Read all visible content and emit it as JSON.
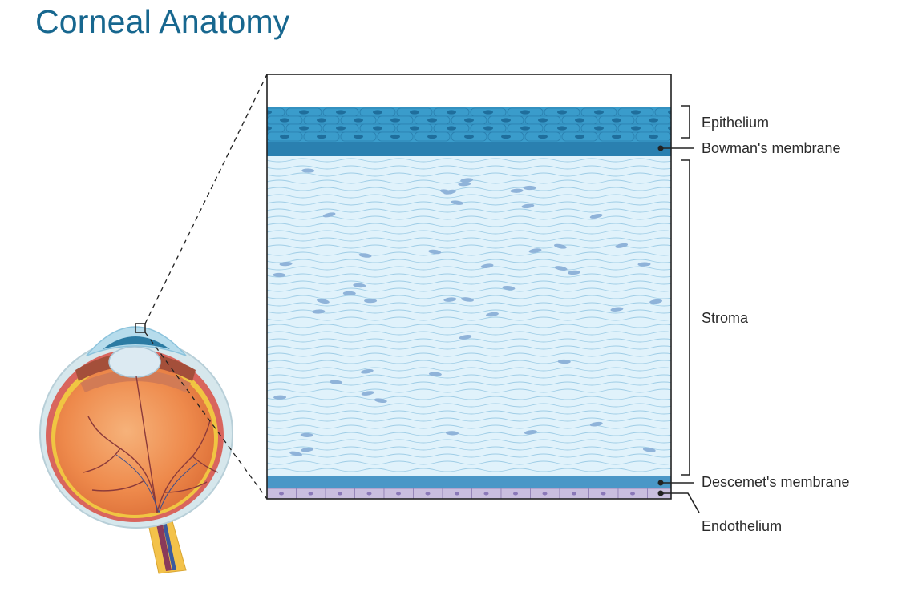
{
  "title": "Corneal Anatomy",
  "layers": [
    {
      "label": "Epithelium"
    },
    {
      "label": "Bowman's membrane"
    },
    {
      "label": "Stroma"
    },
    {
      "label": "Descemet's membrane"
    },
    {
      "label": "Endothelium"
    }
  ],
  "colors": {
    "title": "#17678f",
    "epithelium": "#3a9ccb",
    "bowman": "#2a80b0",
    "stroma": "#e0f2fb",
    "stroma_fiber": "#9fcde6",
    "keratocyte": "#8fb3d9",
    "descemet": "#4a97c7",
    "endothelium": "#c9bedf"
  }
}
